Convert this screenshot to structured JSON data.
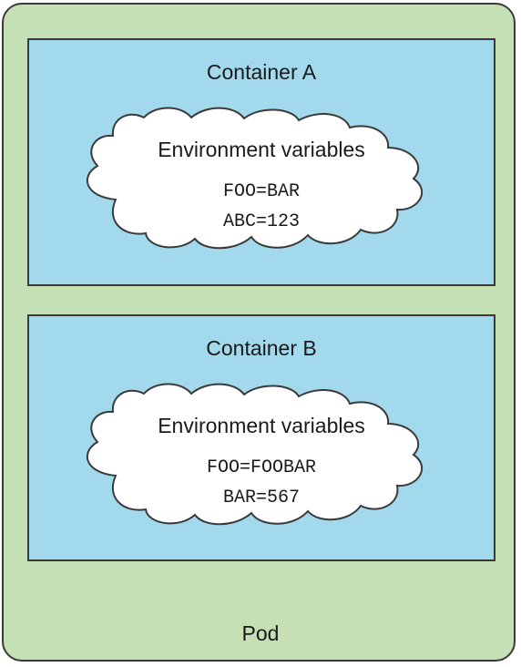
{
  "pod": {
    "label": "Pod",
    "colors": {
      "pod_fill": "#c5e0b4",
      "container_fill": "#a2d9ec",
      "cloud_fill": "#ffffff",
      "stroke": "#3a3a3a"
    }
  },
  "containers": [
    {
      "title": "Container A",
      "env_title": "Environment variables",
      "vars": [
        "FOO=BAR",
        "ABC=123"
      ]
    },
    {
      "title": "Container B",
      "env_title": "Environment variables",
      "vars": [
        "FOO=FOOBAR",
        "BAR=567"
      ]
    }
  ]
}
